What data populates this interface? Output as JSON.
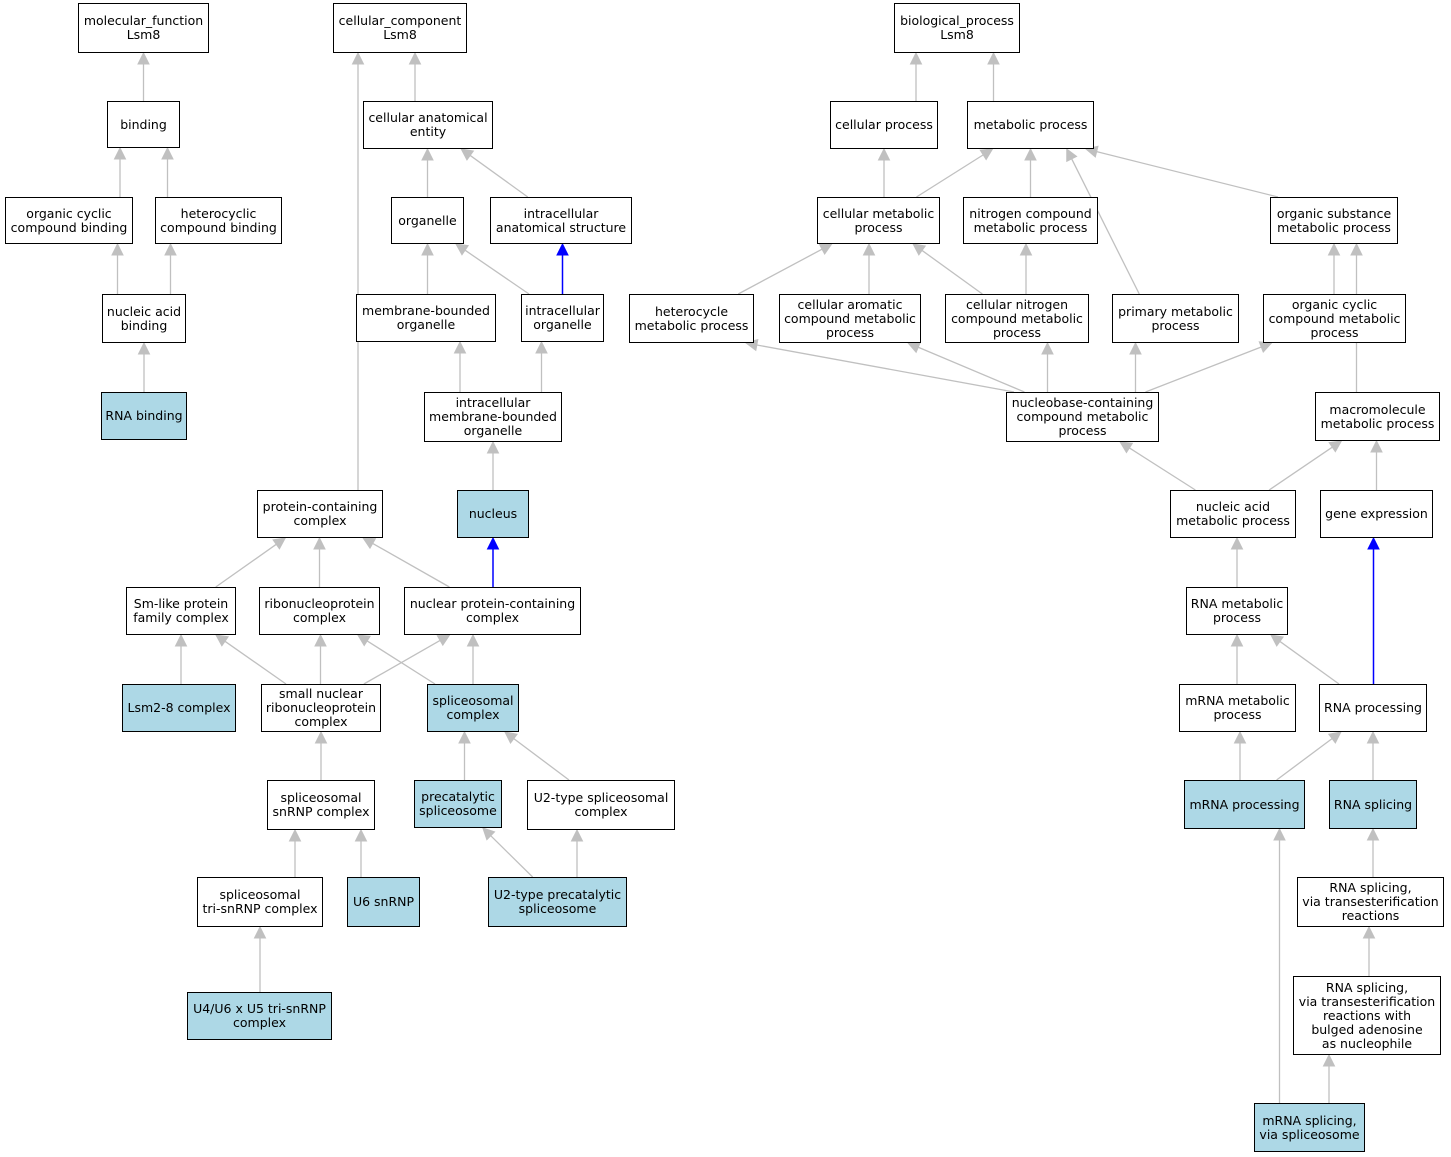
{
  "colors": {
    "highlight": "#add8e6",
    "edge": "#c0c0c0",
    "edge_strong": "#0000ff"
  },
  "nodes": {
    "mf": {
      "label": "molecular_function\nLsm8",
      "hl": false
    },
    "binding": {
      "label": "binding",
      "hl": false
    },
    "ocb": {
      "label": "organic cyclic\ncompound binding",
      "hl": false
    },
    "hcb": {
      "label": "heterocyclic\ncompound binding",
      "hl": false
    },
    "nab": {
      "label": "nucleic acid\nbinding",
      "hl": false
    },
    "rnab": {
      "label": "RNA binding",
      "hl": true
    },
    "cc": {
      "label": "cellular_component\nLsm8",
      "hl": false
    },
    "cae": {
      "label": "cellular anatomical\nentity",
      "hl": false
    },
    "organelle": {
      "label": "organelle",
      "hl": false
    },
    "ias": {
      "label": "intracellular\nanatomical structure",
      "hl": false
    },
    "mbo": {
      "label": "membrane-bounded\norganelle",
      "hl": false
    },
    "io": {
      "label": "intracellular\norganelle",
      "hl": false
    },
    "imbo": {
      "label": "intracellular\nmembrane-bounded\norganelle",
      "hl": false
    },
    "nucleus": {
      "label": "nucleus",
      "hl": true
    },
    "pcc": {
      "label": "protein-containing\ncomplex",
      "hl": false
    },
    "smlike": {
      "label": "Sm-like protein\nfamily complex",
      "hl": false
    },
    "rnp": {
      "label": "ribonucleoprotein\ncomplex",
      "hl": false
    },
    "npcc": {
      "label": "nuclear protein-containing\ncomplex",
      "hl": false
    },
    "lsm28": {
      "label": "Lsm2-8 complex",
      "hl": true
    },
    "snrnp": {
      "label": "small nuclear\nribonucleoprotein\ncomplex",
      "hl": false
    },
    "splc": {
      "label": "spliceosomal\ncomplex",
      "hl": true
    },
    "ssnrnp": {
      "label": "spliceosomal\nsnRNP complex",
      "hl": false
    },
    "precat": {
      "label": "precatalytic\nspliceosome",
      "hl": true
    },
    "u2type": {
      "label": "U2-type spliceosomal\ncomplex",
      "hl": false
    },
    "tri": {
      "label": "spliceosomal\ntri-snRNP complex",
      "hl": false
    },
    "u6": {
      "label": "U6 snRNP",
      "hl": true
    },
    "u2pre": {
      "label": "U2-type precatalytic\nspliceosome",
      "hl": true
    },
    "u4u6": {
      "label": "U4/U6 x U5 tri-snRNP\ncomplex",
      "hl": true
    },
    "bp": {
      "label": "biological_process\nLsm8",
      "hl": false
    },
    "cp": {
      "label": "cellular process",
      "hl": false
    },
    "mp": {
      "label": "metabolic process",
      "hl": false
    },
    "cmp": {
      "label": "cellular metabolic\nprocess",
      "hl": false
    },
    "ncmp": {
      "label": "nitrogen compound\nmetabolic process",
      "hl": false
    },
    "osmp": {
      "label": "organic substance\nmetabolic process",
      "hl": false
    },
    "hmp": {
      "label": "heterocycle\nmetabolic process",
      "hl": false
    },
    "cacmp": {
      "label": "cellular aromatic\ncompound metabolic\nprocess",
      "hl": false
    },
    "cncmp": {
      "label": "cellular nitrogen\ncompound metabolic\nprocess",
      "hl": false
    },
    "pmp": {
      "label": "primary metabolic\nprocess",
      "hl": false
    },
    "occmp": {
      "label": "organic cyclic\ncompound metabolic\nprocess",
      "hl": false
    },
    "nbcmp": {
      "label": "nucleobase-containing\ncompound metabolic\nprocess",
      "hl": false
    },
    "macmp": {
      "label": "macromolecule\nmetabolic process",
      "hl": false
    },
    "namp": {
      "label": "nucleic acid\nmetabolic process",
      "hl": false
    },
    "ge": {
      "label": "gene expression",
      "hl": false
    },
    "rnamp": {
      "label": "RNA metabolic\nprocess",
      "hl": false
    },
    "mrnamp": {
      "label": "mRNA metabolic\nprocess",
      "hl": false
    },
    "rnaproc": {
      "label": "RNA processing",
      "hl": false
    },
    "mrnaproc": {
      "label": "mRNA processing",
      "hl": true
    },
    "rnasplice": {
      "label": "RNA splicing",
      "hl": true
    },
    "rst": {
      "label": "RNA splicing,\nvia transesterification\nreactions",
      "hl": false
    },
    "rstb": {
      "label": "RNA splicing,\nvia transesterification\nreactions with\nbulged adenosine\nas nucleophile",
      "hl": false
    },
    "mrnasplice": {
      "label": "mRNA splicing,\nvia spliceosome",
      "hl": true
    }
  },
  "edges": [
    [
      "binding",
      "mf",
      false
    ],
    [
      "ocb",
      "binding",
      false
    ],
    [
      "hcb",
      "binding",
      false
    ],
    [
      "nab",
      "ocb",
      false
    ],
    [
      "nab",
      "hcb",
      false
    ],
    [
      "rnab",
      "nab",
      false
    ],
    [
      "cae",
      "cc",
      false
    ],
    [
      "pcc",
      "cc",
      false
    ],
    [
      "organelle",
      "cae",
      false
    ],
    [
      "ias",
      "cae",
      false
    ],
    [
      "mbo",
      "organelle",
      false
    ],
    [
      "io",
      "organelle",
      false
    ],
    [
      "io",
      "ias",
      true
    ],
    [
      "imbo",
      "mbo",
      false
    ],
    [
      "imbo",
      "io",
      false
    ],
    [
      "nucleus",
      "imbo",
      false
    ],
    [
      "smlike",
      "pcc",
      false
    ],
    [
      "rnp",
      "pcc",
      false
    ],
    [
      "npcc",
      "pcc",
      false
    ],
    [
      "npcc",
      "nucleus",
      true
    ],
    [
      "lsm28",
      "smlike",
      false
    ],
    [
      "snrnp",
      "smlike",
      false
    ],
    [
      "snrnp",
      "rnp",
      false
    ],
    [
      "snrnp",
      "npcc",
      false
    ],
    [
      "splc",
      "rnp",
      false
    ],
    [
      "splc",
      "npcc",
      false
    ],
    [
      "ssnrnp",
      "snrnp",
      false
    ],
    [
      "precat",
      "splc",
      false
    ],
    [
      "u2type",
      "splc",
      false
    ],
    [
      "tri",
      "ssnrnp",
      false
    ],
    [
      "u6",
      "ssnrnp",
      false
    ],
    [
      "u2pre",
      "precat",
      false
    ],
    [
      "u2pre",
      "u2type",
      false
    ],
    [
      "u4u6",
      "tri",
      false
    ],
    [
      "cp",
      "bp",
      false
    ],
    [
      "mp",
      "bp",
      false
    ],
    [
      "cmp",
      "cp",
      false
    ],
    [
      "cmp",
      "mp",
      false
    ],
    [
      "ncmp",
      "mp",
      false
    ],
    [
      "osmp",
      "mp",
      false
    ],
    [
      "pmp",
      "mp",
      false
    ],
    [
      "macmp",
      "osmp",
      false
    ],
    [
      "hmp",
      "cmp",
      false
    ],
    [
      "cacmp",
      "cmp",
      false
    ],
    [
      "cncmp",
      "cmp",
      false
    ],
    [
      "cncmp",
      "ncmp",
      false
    ],
    [
      "occmp",
      "osmp",
      false
    ],
    [
      "nbcmp",
      "hmp",
      false
    ],
    [
      "nbcmp",
      "cacmp",
      false
    ],
    [
      "nbcmp",
      "cncmp",
      false
    ],
    [
      "nbcmp",
      "pmp",
      false
    ],
    [
      "nbcmp",
      "occmp",
      false
    ],
    [
      "namp",
      "nbcmp",
      false
    ],
    [
      "namp",
      "macmp",
      false
    ],
    [
      "ge",
      "macmp",
      false
    ],
    [
      "rnamp",
      "namp",
      false
    ],
    [
      "mrnamp",
      "rnamp",
      false
    ],
    [
      "rnaproc",
      "rnamp",
      false
    ],
    [
      "rnaproc",
      "ge",
      true
    ],
    [
      "mrnaproc",
      "mrnamp",
      false
    ],
    [
      "mrnaproc",
      "rnaproc",
      false
    ],
    [
      "rnasplice",
      "rnaproc",
      false
    ],
    [
      "rst",
      "rnasplice",
      false
    ],
    [
      "rstb",
      "rst",
      false
    ],
    [
      "mrnasplice",
      "rstb",
      false
    ],
    [
      "mrnasplice",
      "mrnaproc",
      false
    ]
  ]
}
